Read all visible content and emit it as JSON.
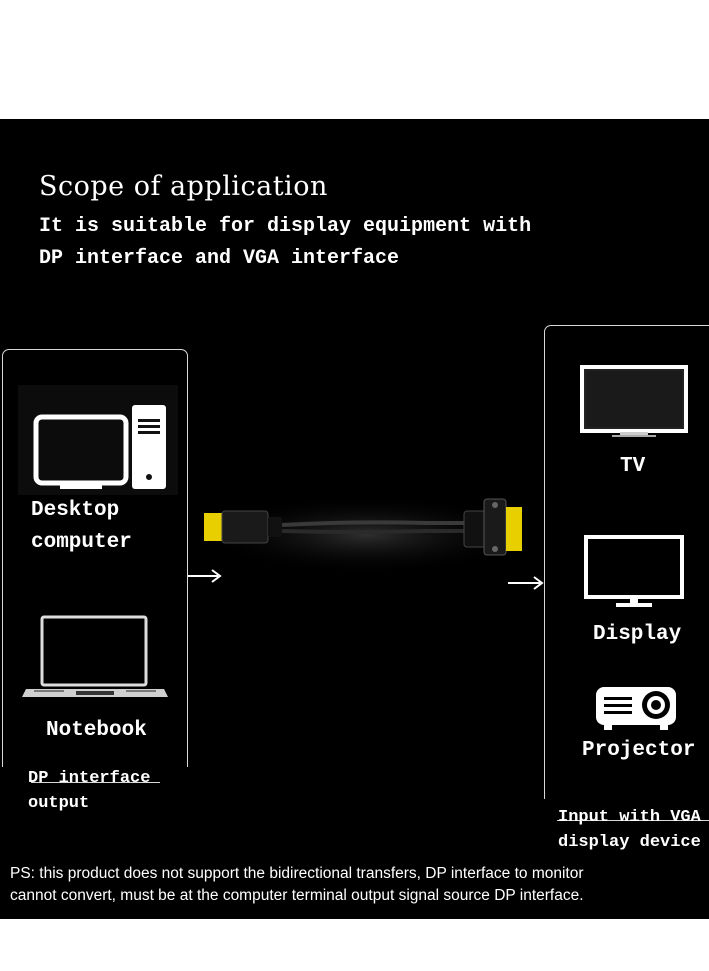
{
  "heading": "Scope of application",
  "subtitle": "It is suitable for display equipment with\nDP interface and VGA interface",
  "source_devices": [
    {
      "label": "Desktop\ncomputer",
      "icon": "desktop-computer-icon"
    },
    {
      "label": "Notebook",
      "icon": "laptop-icon"
    }
  ],
  "source_caption": "DP interface\noutput",
  "target_devices": [
    {
      "label": "TV",
      "icon": "tv-icon"
    },
    {
      "label": "Display",
      "icon": "monitor-icon"
    },
    {
      "label": "Projector",
      "icon": "projector-icon"
    }
  ],
  "target_caption": "Input with VGA\ndisplay device",
  "cable_icon": "dp-to-vga-cable-icon",
  "note": "PS: this product does not support the bidirectional transfers, DP interface to monitor\ncannot convert, must be at the computer terminal output signal source DP interface.",
  "colors": {
    "background": "#000000",
    "text": "#ffffff",
    "connector_yellow": "#e8d000"
  }
}
